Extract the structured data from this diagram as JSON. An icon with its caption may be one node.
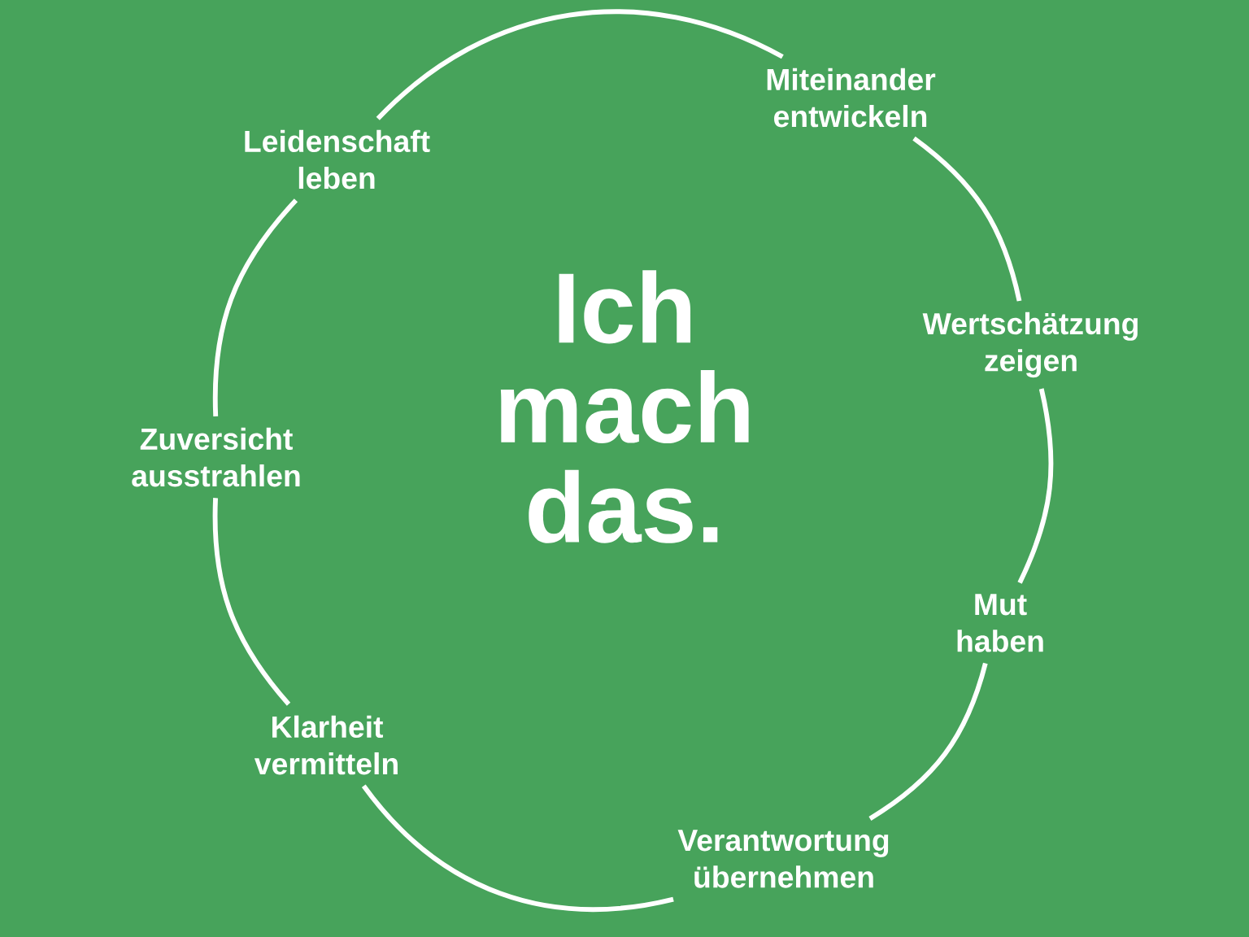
{
  "diagram": {
    "nodes": [
      {
        "text": [
          "Miteinander entwickeln"
        ]
      },
      {
        "text": [
          "Wertschätzung zeigen"
        ]
      },
      {
        "text": [
          "Mut haben"
        ]
      },
      {
        "text": [
          "Verantwortung übernehmen"
        ]
      },
      {
        "text": [
          "Klarheit vermitteln"
        ]
      },
      {
        "text": [
          "Zuversicht ausstrahlen"
        ]
      },
      {
        "text": [
          "Leidenschaft leben"
        ]
      }
    ],
    "edges": [
      {
        "from": 0,
        "to": 1,
        "arrow": "none"
      },
      {
        "from": 1,
        "to": 2,
        "arrow": "none"
      },
      {
        "from": 2,
        "to": 3,
        "arrow": "none"
      },
      {
        "from": 3,
        "to": 4,
        "arrow": "none"
      },
      {
        "from": 4,
        "to": 5,
        "arrow": "none"
      },
      {
        "from": 5,
        "to": 6,
        "arrow": "none"
      },
      {
        "from": 6,
        "to": 0,
        "arrow": "none"
      }
    ],
    "labels": [
      "Ich mach das."
    ]
  }
}
